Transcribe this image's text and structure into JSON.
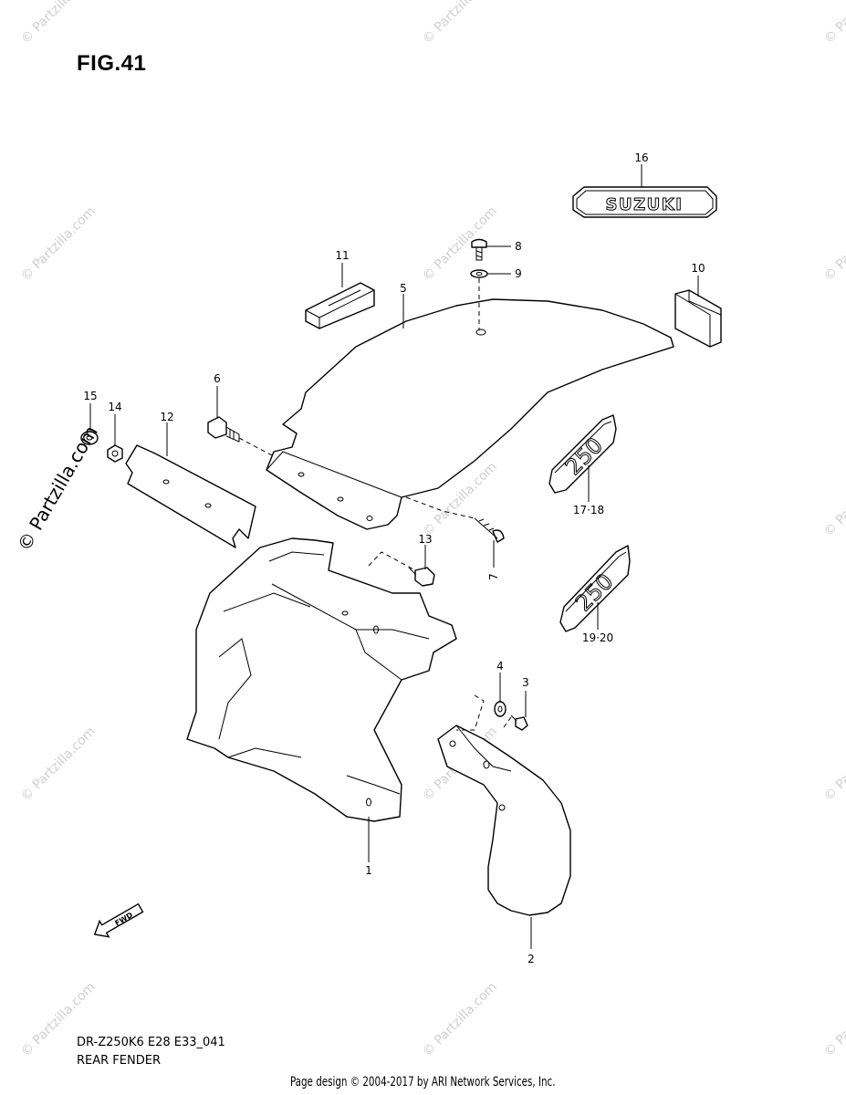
{
  "figure": {
    "title": "FIG.41",
    "model_code": "DR-Z250K6 E28 E33_041",
    "name": "REAR FENDER"
  },
  "footer": "Page design © 2004-2017 by ARI Network Services, Inc.",
  "watermark": "© Partzilla.com",
  "emblems": {
    "brand": "SUZUKI",
    "model_badge": "250"
  },
  "callouts": [
    {
      "id": "c1",
      "text": "1"
    },
    {
      "id": "c2",
      "text": "2"
    },
    {
      "id": "c3",
      "text": "3"
    },
    {
      "id": "c4",
      "text": "4"
    },
    {
      "id": "c5",
      "text": "5"
    },
    {
      "id": "c6",
      "text": "6"
    },
    {
      "id": "c7",
      "text": "7"
    },
    {
      "id": "c8",
      "text": "8"
    },
    {
      "id": "c9",
      "text": "9"
    },
    {
      "id": "c10",
      "text": "10"
    },
    {
      "id": "c11",
      "text": "11"
    },
    {
      "id": "c12",
      "text": "12"
    },
    {
      "id": "c13",
      "text": "13"
    },
    {
      "id": "c14",
      "text": "14"
    },
    {
      "id": "c15",
      "text": "15"
    },
    {
      "id": "c16",
      "text": "16"
    },
    {
      "id": "c17",
      "text": "17·18"
    },
    {
      "id": "c19",
      "text": "19·20"
    }
  ],
  "fwd_label": "FWD"
}
